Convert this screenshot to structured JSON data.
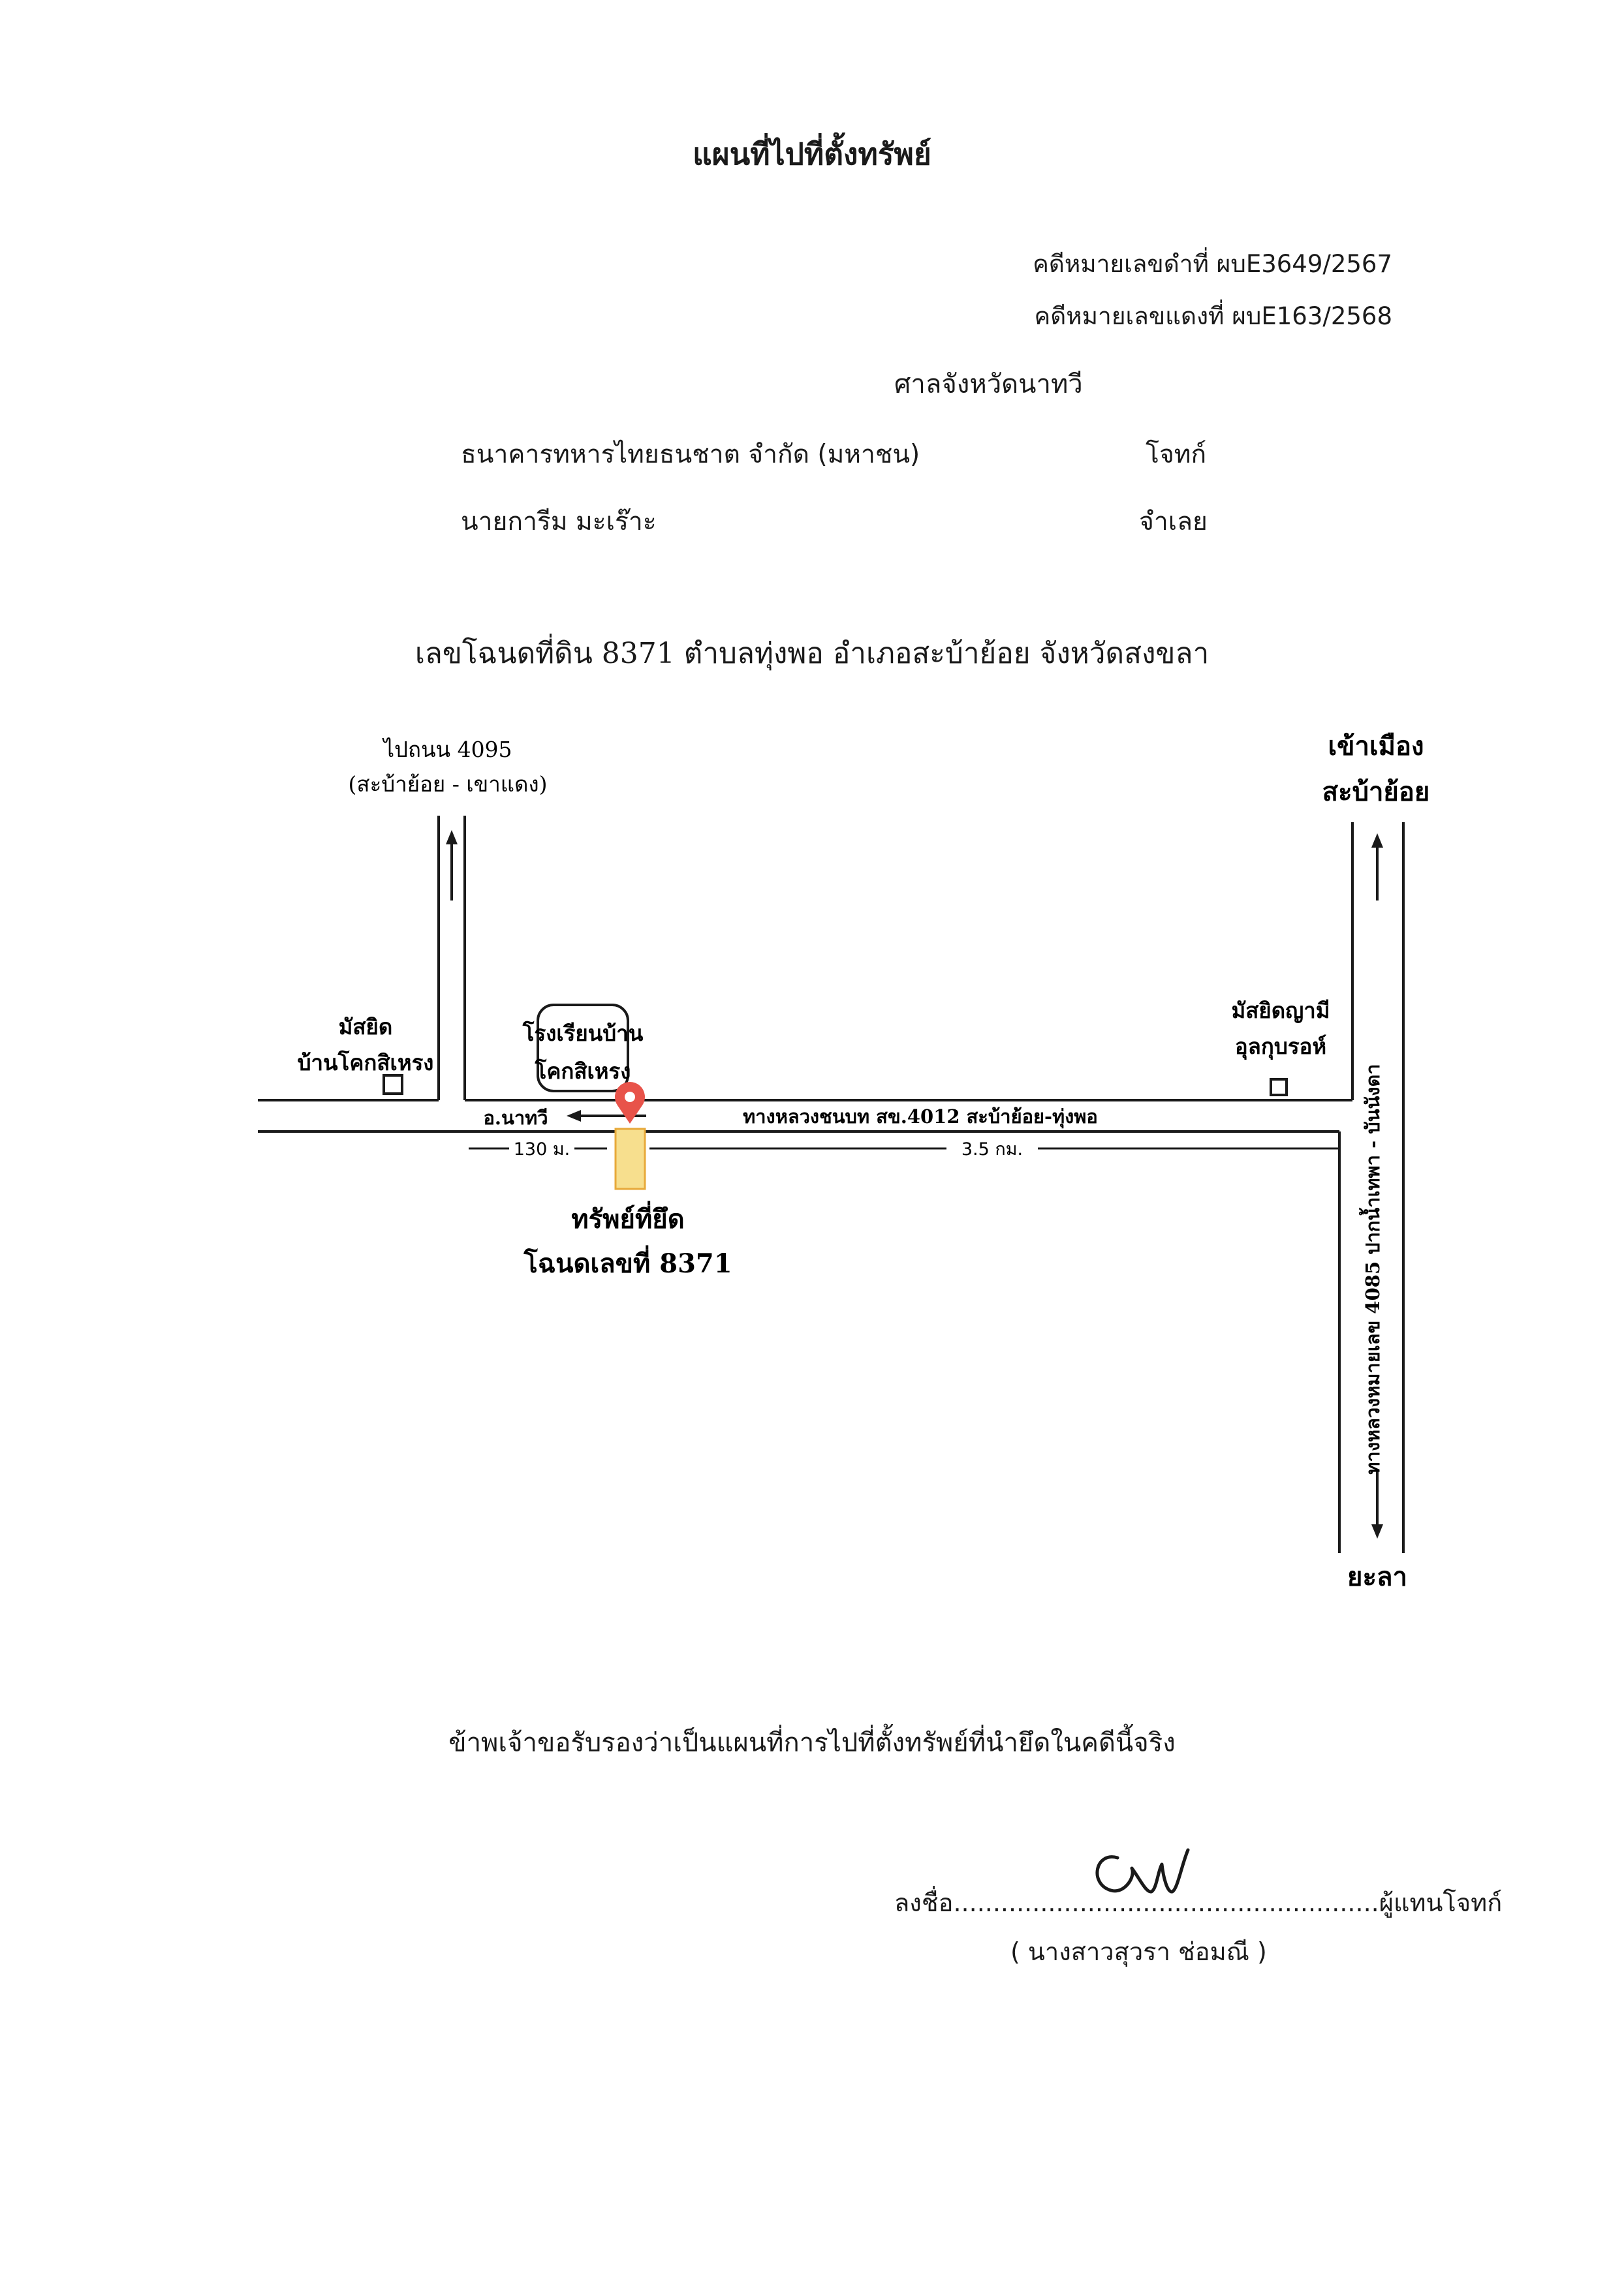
{
  "document": {
    "title": "แผนที่ไปที่ตั้งทรัพย์",
    "case_black": "คดีหมายเลขดำที่   ผบE3649/2567",
    "case_red": "คดีหมายเลขแดงที่   ผบE163/2568",
    "court": "ศาลจังหวัดนาทวี",
    "plaintiff_name": "ธนาคารทหารไทยธนชาต จำกัด (มหาชน)",
    "plaintiff_role": "โจทก์",
    "defendant_name": "นายการีม มะเร๊าะ",
    "defendant_role": "จำเลย",
    "deed_line": "เลขโฉนดที่ดิน 8371  ตำบลทุ่งพอ อำเภอสะบ้าย้อย จังหวัดสงขลา",
    "certification": "ข้าพเจ้าขอรับรองว่าเป็นแผนที่การไปที่ตั้งทรัพย์ที่นำยึดในคดีนี้จริง",
    "signature_line": "ลงชื่อ......................................................ผู้แทนโจทก์",
    "signer_name": "( นางสาวสุวรา ช่อมณี )"
  },
  "map": {
    "top_left_road_line1": "ไปถนน 4095",
    "top_left_road_line2": "(สะบ้าย้อย - เขาแดง)",
    "top_right_line1": "เข้าเมือง",
    "top_right_line2": "สะบ้าย้อย",
    "mosque_left_line1": "มัสยิด",
    "mosque_left_line2": "บ้านโคกสิเหรง",
    "school_line1": "โรงเรียนบ้าน",
    "school_line2": "โคกสิเหรง",
    "mosque_right_line1": "มัสยิดญามี",
    "mosque_right_line2": "อุลกุบรอห์",
    "to_district": "อ.นาทวี",
    "main_road": "ทางหลวงชนบท สข.4012 สะบ้าย้อย-ทุ่งพอ",
    "dist_left": "130 ม.",
    "dist_right": "3.5 กม.",
    "property_line1": "ทรัพย์ที่ยึด",
    "property_line2": "โฉนดเลขที่ 8371",
    "highway_vertical": "ทางหลวงหมายเลข 4085 ปากน้ำเทพา - บันนังดา",
    "bottom_right": "ยะลา",
    "pin_color": "#e8534a",
    "parcel_fill": "#f7df8e",
    "parcel_stroke": "#e7a93a"
  }
}
